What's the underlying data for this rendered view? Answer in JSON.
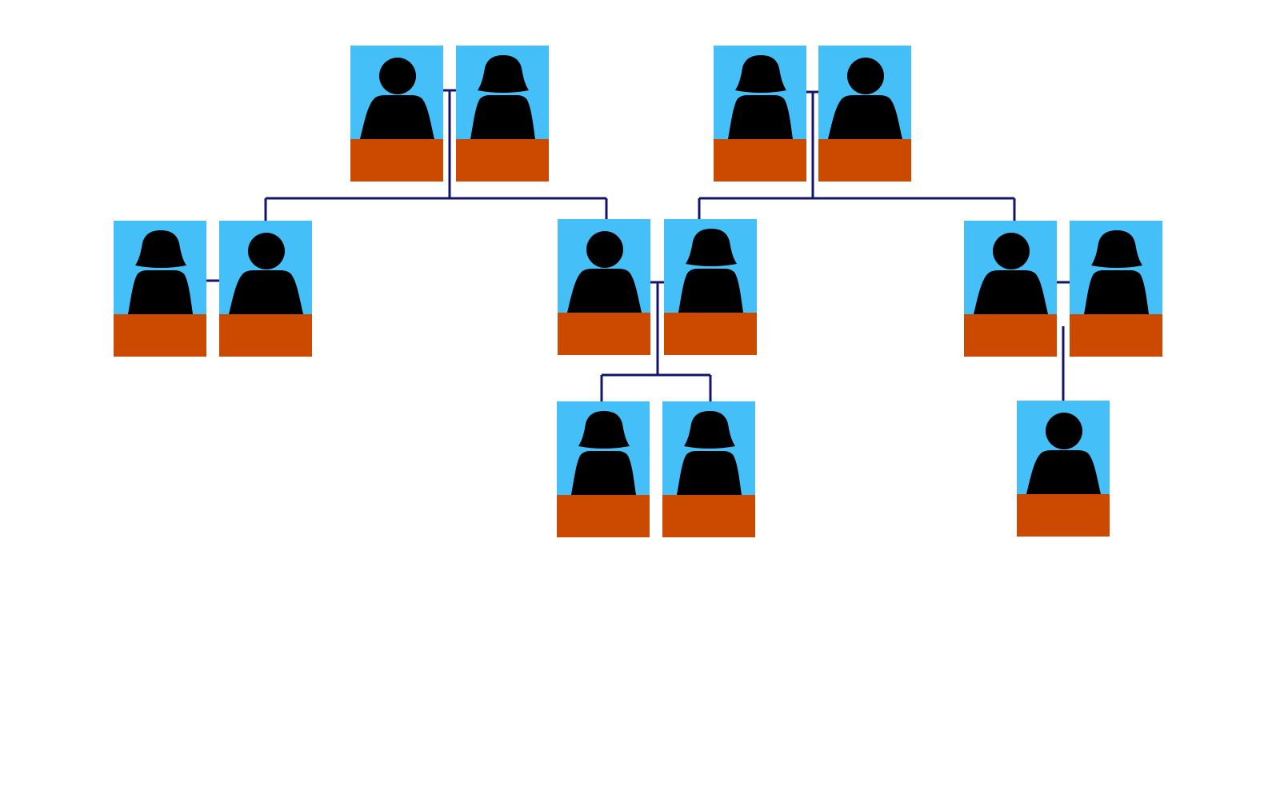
{
  "colors": {
    "photo_background": "#45BFF8",
    "name_plate": "#CC4A00",
    "silhouette": "#000000",
    "connector": "#14146E",
    "page_background": "#FFFFFF"
  },
  "family_tree": {
    "generations": [
      {
        "couples": [
          {
            "members": [
              {
                "gender": "male"
              },
              {
                "gender": "female"
              }
            ]
          },
          {
            "members": [
              {
                "gender": "female"
              },
              {
                "gender": "male"
              }
            ]
          }
        ]
      },
      {
        "couples": [
          {
            "members": [
              {
                "gender": "female"
              },
              {
                "gender": "male"
              }
            ]
          },
          {
            "members": [
              {
                "gender": "male"
              },
              {
                "gender": "female"
              }
            ]
          },
          {
            "members": [
              {
                "gender": "male"
              },
              {
                "gender": "female"
              }
            ]
          }
        ]
      },
      {
        "children": [
          {
            "gender": "female"
          },
          {
            "gender": "female"
          },
          {
            "gender": "male"
          }
        ]
      }
    ]
  }
}
